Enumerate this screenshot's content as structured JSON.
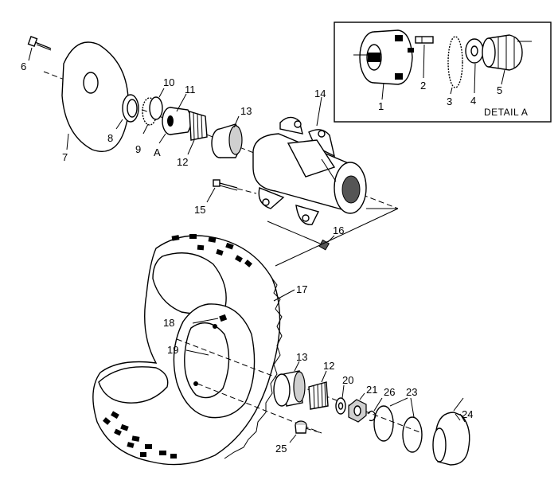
{
  "detail_title": "DETAIL A",
  "callouts": {
    "c1": "1",
    "c2": "2",
    "c3": "3",
    "c4": "4",
    "c5": "5",
    "c6": "6",
    "c7": "7",
    "c8": "8",
    "c9": "9",
    "c10": "10",
    "c11": "11",
    "c12": "12",
    "c13": "13",
    "c14": "14",
    "c15": "15",
    "c16": "16",
    "c17": "17",
    "c18": "18",
    "c19": "19",
    "c20": "20",
    "c21": "21",
    "c23": "23",
    "c24": "24",
    "c25": "25",
    "c26": "26",
    "c12b": "12",
    "c13b": "13",
    "cA": "A"
  }
}
